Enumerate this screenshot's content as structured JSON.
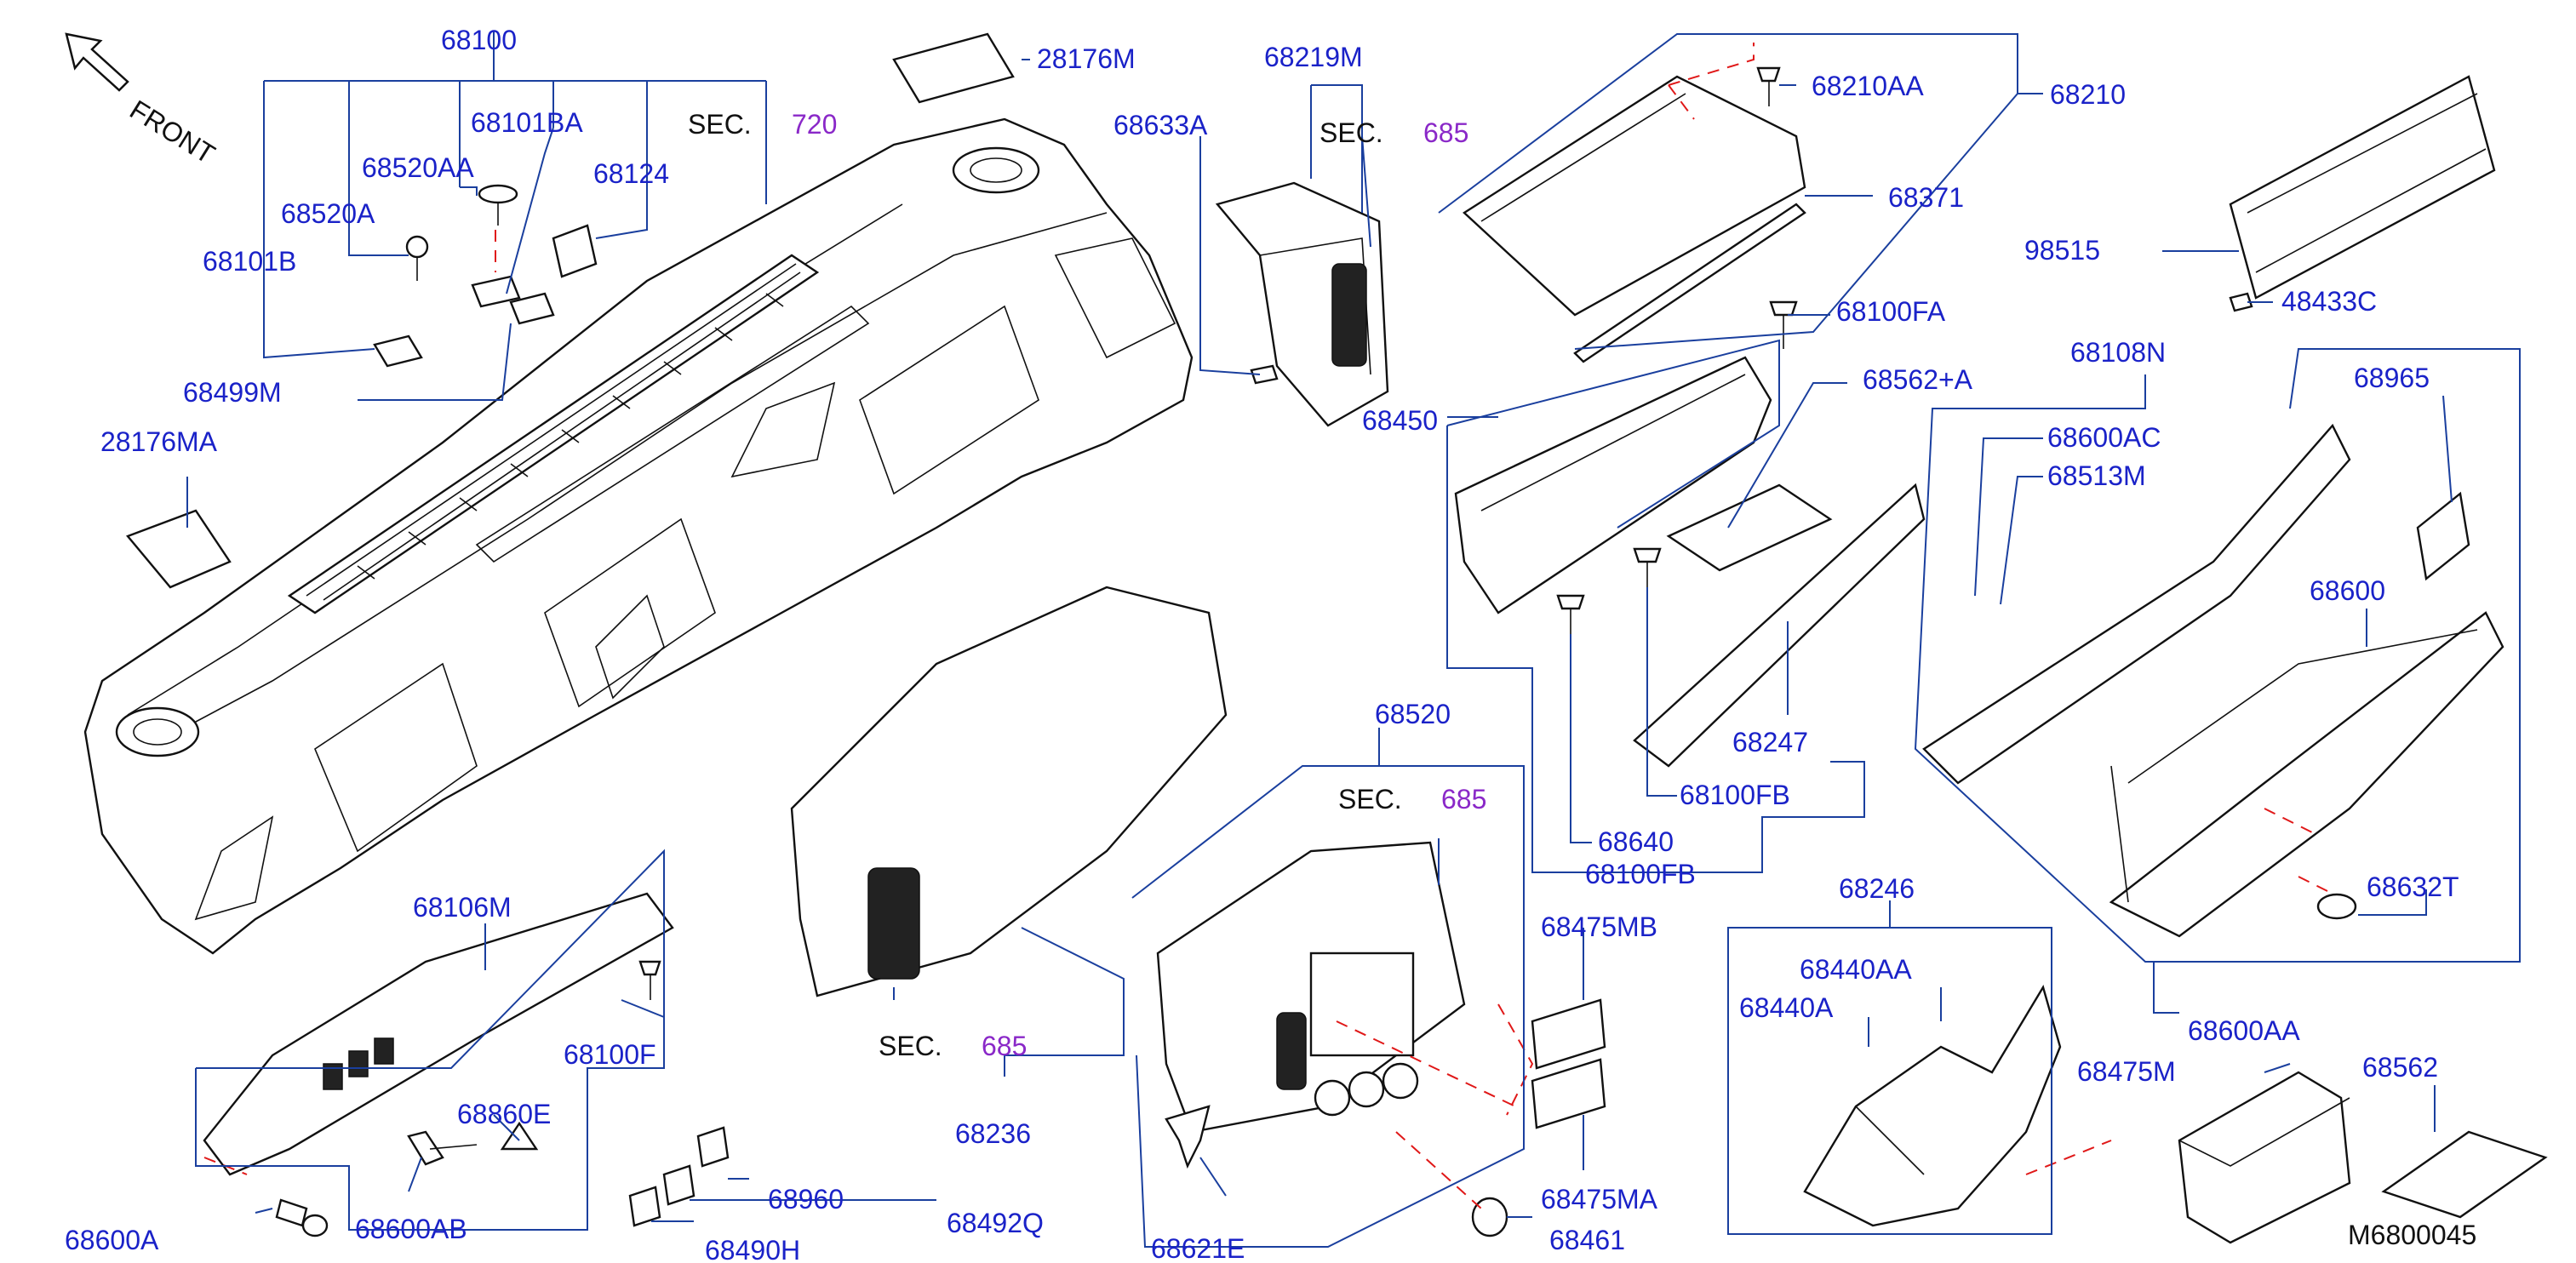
{
  "front_label": "FRONT",
  "diagram_code": "M6800045",
  "sec_prefix": "SEC.",
  "sections": [
    "720",
    "685",
    "685",
    "685"
  ],
  "parts": {
    "p68100": "68100",
    "p68101BA": "68101BA",
    "p68520AA": "68520AA",
    "p68124": "68124",
    "p68520A": "68520A",
    "p68101B": "68101B",
    "p68499M": "68499M",
    "p28176MA": "28176MA",
    "p28176M": "28176M",
    "p68219M": "68219M",
    "p68633A": "68633A",
    "p68450": "68450",
    "p68210AA": "68210AA",
    "p68210": "68210",
    "p68371": "68371",
    "p98515": "98515",
    "p48433C": "48433C",
    "p68100FA": "68100FA",
    "p68562A": "68562+A",
    "p68108N": "68108N",
    "p68965": "68965",
    "p68600AC": "68600AC",
    "p68513M": "68513M",
    "p68600": "68600",
    "p68247": "68247",
    "p68100FB_a": "68100FB",
    "p68640": "68640",
    "p68100FB_b": "68100FB",
    "p68632T": "68632T",
    "p68600AA": "68600AA",
    "p68106M": "68106M",
    "p68100F": "68100F",
    "p68860E": "68860E",
    "p68600AB": "68600AB",
    "p68600A": "68600A",
    "p68960": "68960",
    "p68492Q": "68492Q",
    "p68490H": "68490H",
    "p68236": "68236",
    "p68520": "68520",
    "p68475MB": "68475MB",
    "p68475MA": "68475MA",
    "p68461": "68461",
    "p68621E": "68621E",
    "p68246": "68246",
    "p68440AA": "68440AA",
    "p68440A": "68440A",
    "p68475M": "68475M",
    "p68562": "68562"
  }
}
